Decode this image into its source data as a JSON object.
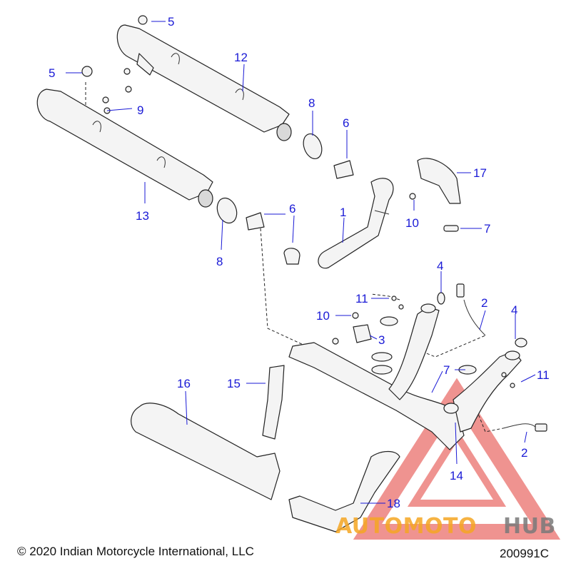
{
  "diagram": {
    "callouts": {
      "c1": "1",
      "c2a": "2",
      "c2b": "2",
      "c3": "3",
      "c4a": "4",
      "c4b": "4",
      "c5a": "5",
      "c5b": "5",
      "c6a": "6",
      "c6b": "6",
      "c7a": "7",
      "c7b": "7",
      "c8a": "8",
      "c8b": "8",
      "c9": "9",
      "c10a": "10",
      "c10b": "10",
      "c11a": "11",
      "c11b": "11",
      "c12": "12",
      "c13": "13",
      "c14": "14",
      "c15": "15",
      "c16": "16",
      "c17": "17",
      "c18": "18"
    }
  },
  "footer": {
    "copyright": "© 2020 Indian Motorcycle International, LLC",
    "figure_id": "200991C"
  },
  "watermark": {
    "brand_part1": "AUTOMOTO",
    "brand_part2": "HUB",
    "color_red": "#e23b36",
    "color_orange": "#f5a623",
    "color_gray": "#7a7a7a"
  },
  "colors": {
    "callout_blue": "#1a1ad6",
    "line": "#222222"
  }
}
